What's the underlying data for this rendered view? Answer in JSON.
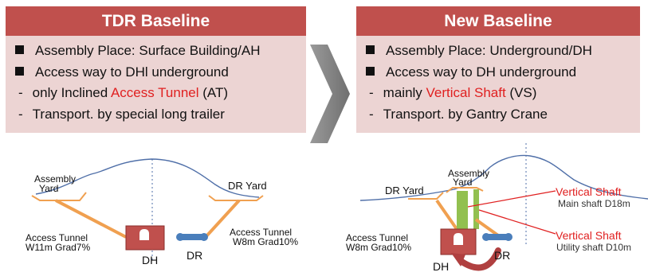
{
  "left": {
    "header": "TDR Baseline",
    "items": [
      {
        "type": "bullet",
        "pre": "Assembly Place: Surface Building/AH",
        "highlight": "",
        "post": ""
      },
      {
        "type": "bullet",
        "pre": "Access way to DHl underground",
        "highlight": "",
        "post": ""
      },
      {
        "type": "dash",
        "pre": "only Inclined ",
        "highlight": "Access Tunnel",
        "post": " (AT)"
      },
      {
        "type": "dash",
        "pre": "Transport. by special long trailer",
        "highlight": "",
        "post": ""
      }
    ],
    "diagram": {
      "assembly_yard_line1": "Assembly",
      "assembly_yard_line2": "Yard",
      "dr_yard": "DR Yard",
      "access_tunnel_left_line1": "Access Tunnel",
      "access_tunnel_left_line2": "W11m Grad7%",
      "access_tunnel_right_line1": "Access Tunnel",
      "access_tunnel_right_line2": "W8m Grad10%",
      "dh": "DH",
      "dr": "DR"
    }
  },
  "right": {
    "header": "New Baseline",
    "items": [
      {
        "type": "bullet",
        "pre": "Assembly Place: Underground/DH",
        "highlight": "",
        "post": ""
      },
      {
        "type": "bullet",
        "pre": "Access way to DH underground",
        "highlight": "",
        "post": ""
      },
      {
        "type": "dash",
        "pre": "mainly ",
        "highlight": "Vertical Shaft",
        "post": "  (VS)"
      },
      {
        "type": "dash",
        "pre": "Transport. by Gantry Crane",
        "highlight": "",
        "post": ""
      }
    ],
    "diagram": {
      "assembly_yard_line1": "Assembly",
      "assembly_yard_line2": "Yard",
      "dr_yard": "DR Yard",
      "vertical_shaft_1": "Vertical Shaft",
      "main_shaft": "Main shaft D18m",
      "vertical_shaft_2": "Vertical Shaft",
      "utility_shaft": "Utility shaft D10m",
      "access_tunnel_line1": "Access Tunnel",
      "access_tunnel_line2": "W8m Grad10%",
      "dh": "DH",
      "dr": "DR"
    }
  },
  "colors": {
    "header": "#c0504d",
    "body": "#ecd4d3",
    "highlight": "#e02020",
    "arrow": "#7f7f7f",
    "tunnel": "#f0a050",
    "hall": "#c0504d",
    "dr_pipe": "#4a7ebb",
    "shaft": "#92c050",
    "terrain": "#4f6fa8",
    "crane_arrow": "#b04040"
  },
  "icons": {
    "bullet": "square-bullet",
    "arrow": "right-chevron-arrow"
  }
}
